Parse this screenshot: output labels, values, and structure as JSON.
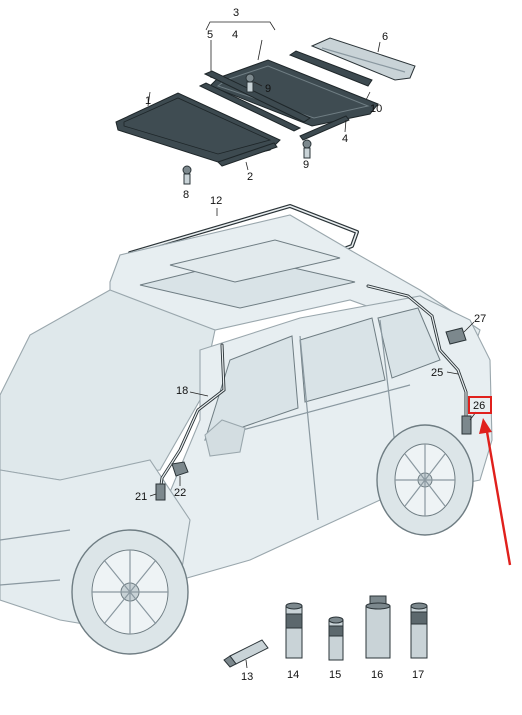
{
  "diagram": {
    "callouts": [
      {
        "id": "3",
        "text": "3"
      },
      {
        "id": "4a",
        "text": "4"
      },
      {
        "id": "5",
        "text": "5"
      },
      {
        "id": "6",
        "text": "6"
      },
      {
        "id": "9a",
        "text": "9"
      },
      {
        "id": "10",
        "text": "10"
      },
      {
        "id": "1",
        "text": "1"
      },
      {
        "id": "4b",
        "text": "4"
      },
      {
        "id": "9b",
        "text": "9"
      },
      {
        "id": "2",
        "text": "2"
      },
      {
        "id": "8",
        "text": "8"
      },
      {
        "id": "12",
        "text": "12"
      },
      {
        "id": "27",
        "text": "27"
      },
      {
        "id": "25",
        "text": "25"
      },
      {
        "id": "18",
        "text": "18"
      },
      {
        "id": "26",
        "text": "26"
      },
      {
        "id": "21",
        "text": "21"
      },
      {
        "id": "22",
        "text": "22"
      },
      {
        "id": "13",
        "text": "13"
      },
      {
        "id": "14",
        "text": "14"
      },
      {
        "id": "15",
        "text": "15"
      },
      {
        "id": "16",
        "text": "16"
      },
      {
        "id": "17",
        "text": "17"
      }
    ],
    "highlight": {
      "label": "26",
      "color": "#e0201c"
    },
    "colors": {
      "line": "#222222",
      "body": "#e7eef1",
      "accent": "#e0201c"
    }
  }
}
